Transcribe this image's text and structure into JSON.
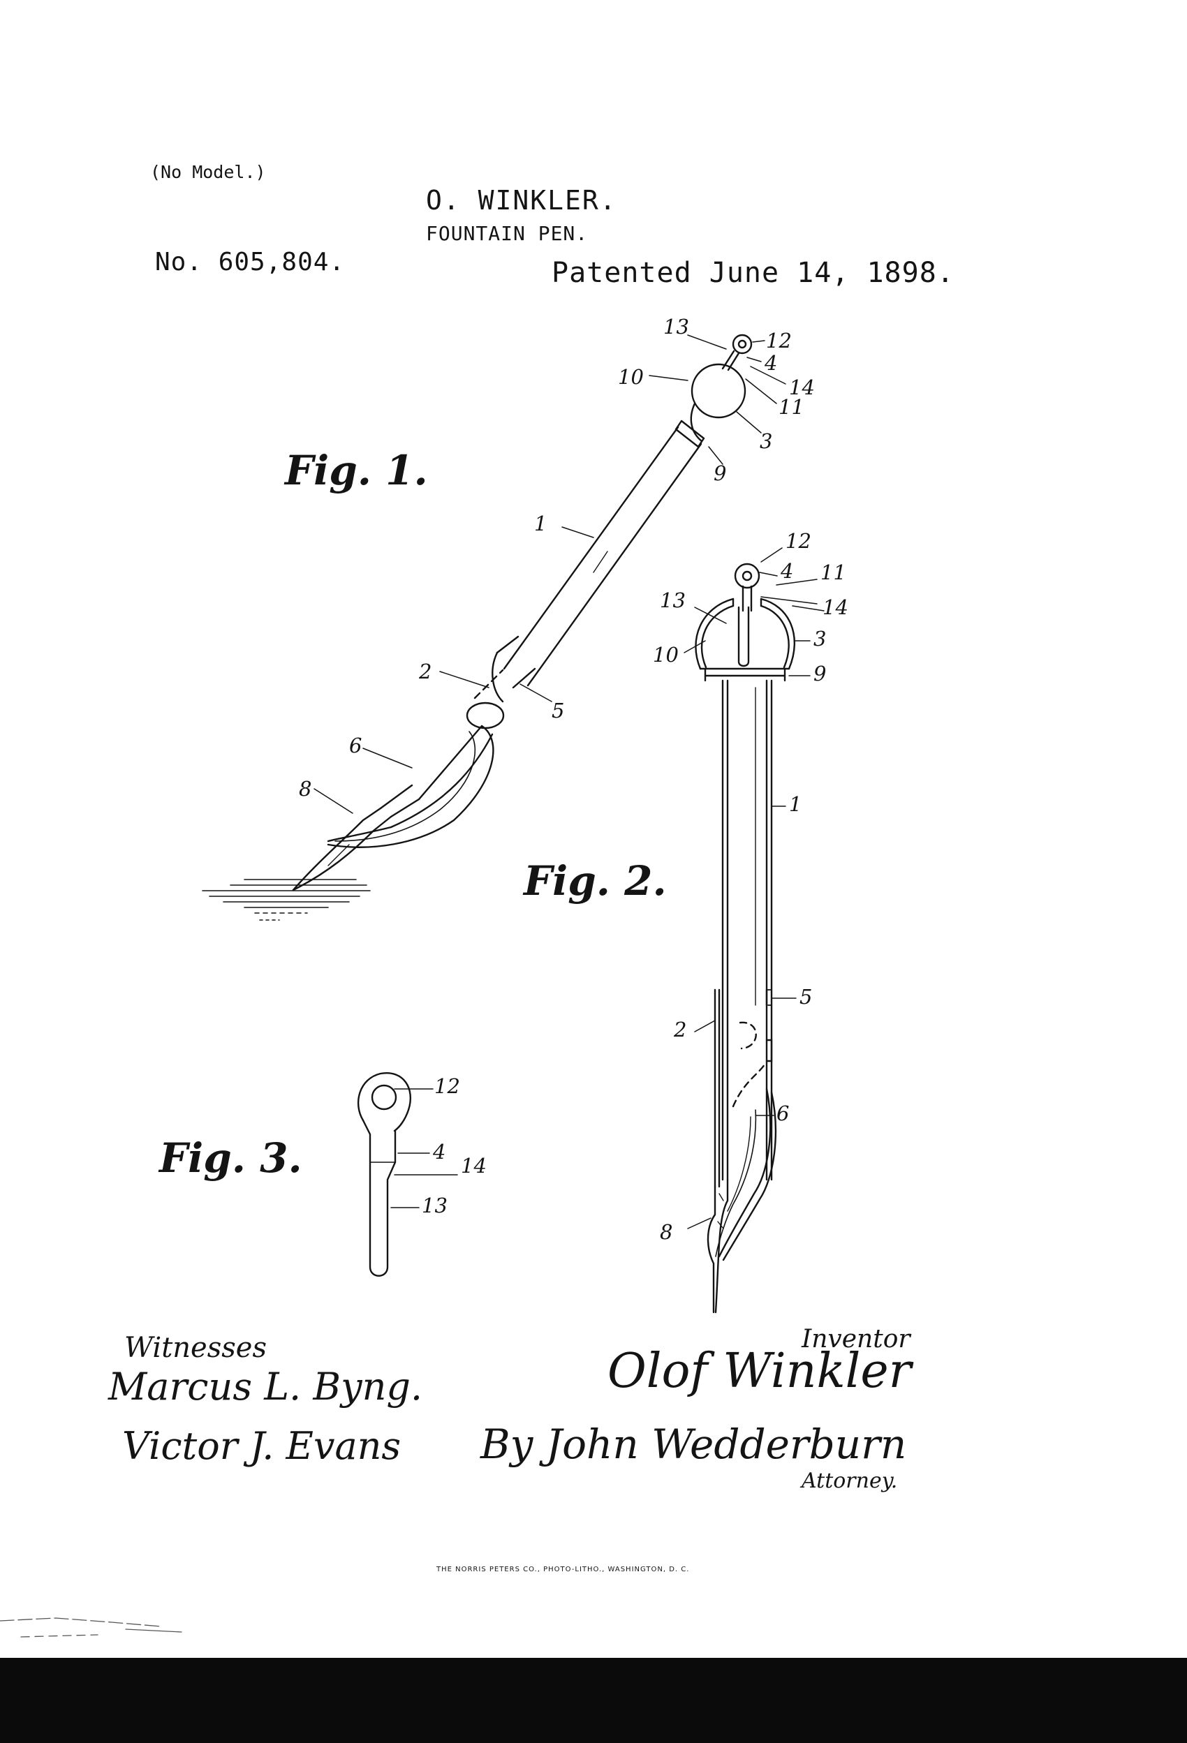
{
  "header": {
    "no_model": "(No Model.)",
    "inventor_name": "O. WINKLER.",
    "title": "FOUNTAIN PEN.",
    "patent_number": "No. 605,804.",
    "patent_date": "Patented June 14, 1898."
  },
  "figures": {
    "fig1": {
      "label": "Fig. 1."
    },
    "fig2": {
      "label": "Fig. 2."
    },
    "fig3": {
      "label": "Fig. 3."
    }
  },
  "reference_numerals": {
    "fig1": [
      "13",
      "12",
      "4",
      "10",
      "14",
      "11",
      "3",
      "9",
      "1",
      "2",
      "5",
      "6",
      "8"
    ],
    "fig2": [
      "12",
      "4",
      "11",
      "13",
      "14",
      "3",
      "10",
      "9",
      "1",
      "5",
      "2",
      "6",
      "8"
    ],
    "fig3": [
      "12",
      "4",
      "14",
      "13"
    ]
  },
  "signatures": {
    "witnesses_label": "Witnesses",
    "witness_1": "Marcus L. Byng.",
    "witness_2": "Victor J. Evans",
    "inventor_label": "Inventor",
    "inventor_name": "Olof Winkler",
    "attorney_line": "By John Wedderburn",
    "attorney_label": "Attorney."
  },
  "footer": {
    "printer_credit": "THE NORRIS PETERS CO., PHOTO-LITHO., WASHINGTON, D. C."
  }
}
